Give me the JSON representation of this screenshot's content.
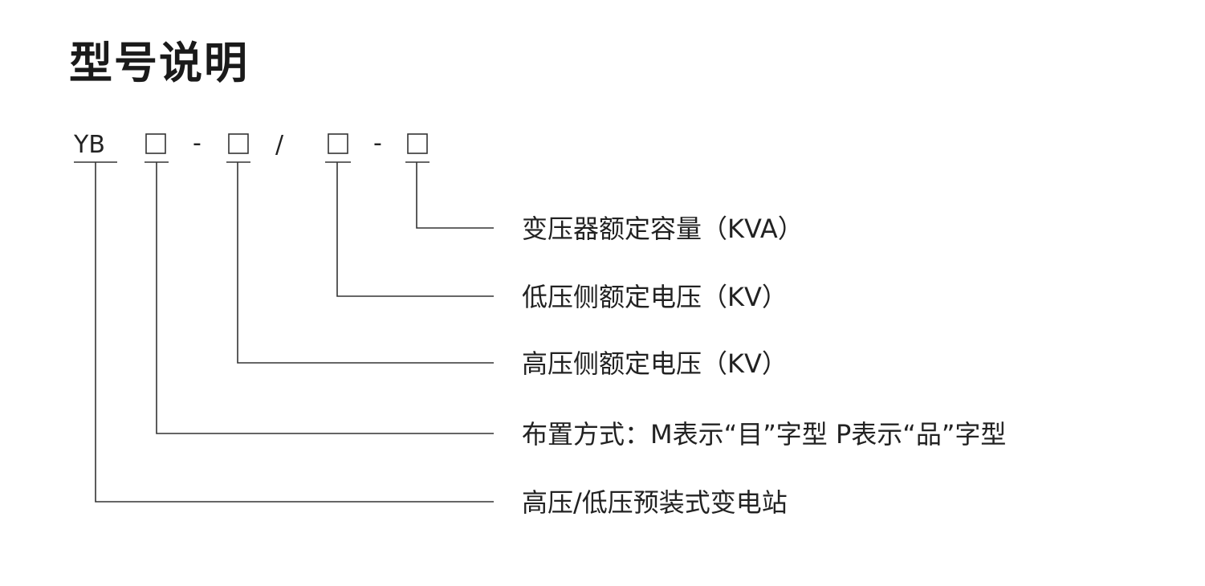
{
  "title": "型号说明",
  "model_code": {
    "prefix": "YB",
    "separators": [
      "-",
      "/",
      "-"
    ]
  },
  "descriptions": [
    "变压器额定容量（KVA）",
    "低压侧额定电压（KV）",
    "高压侧额定电压（KV）",
    "布置方式：M表示“目”字型 P表示“品”字型",
    "高压/低压预装式变电站"
  ],
  "colors": {
    "text": "#222222",
    "lines": "#333333",
    "background": "#ffffff"
  }
}
